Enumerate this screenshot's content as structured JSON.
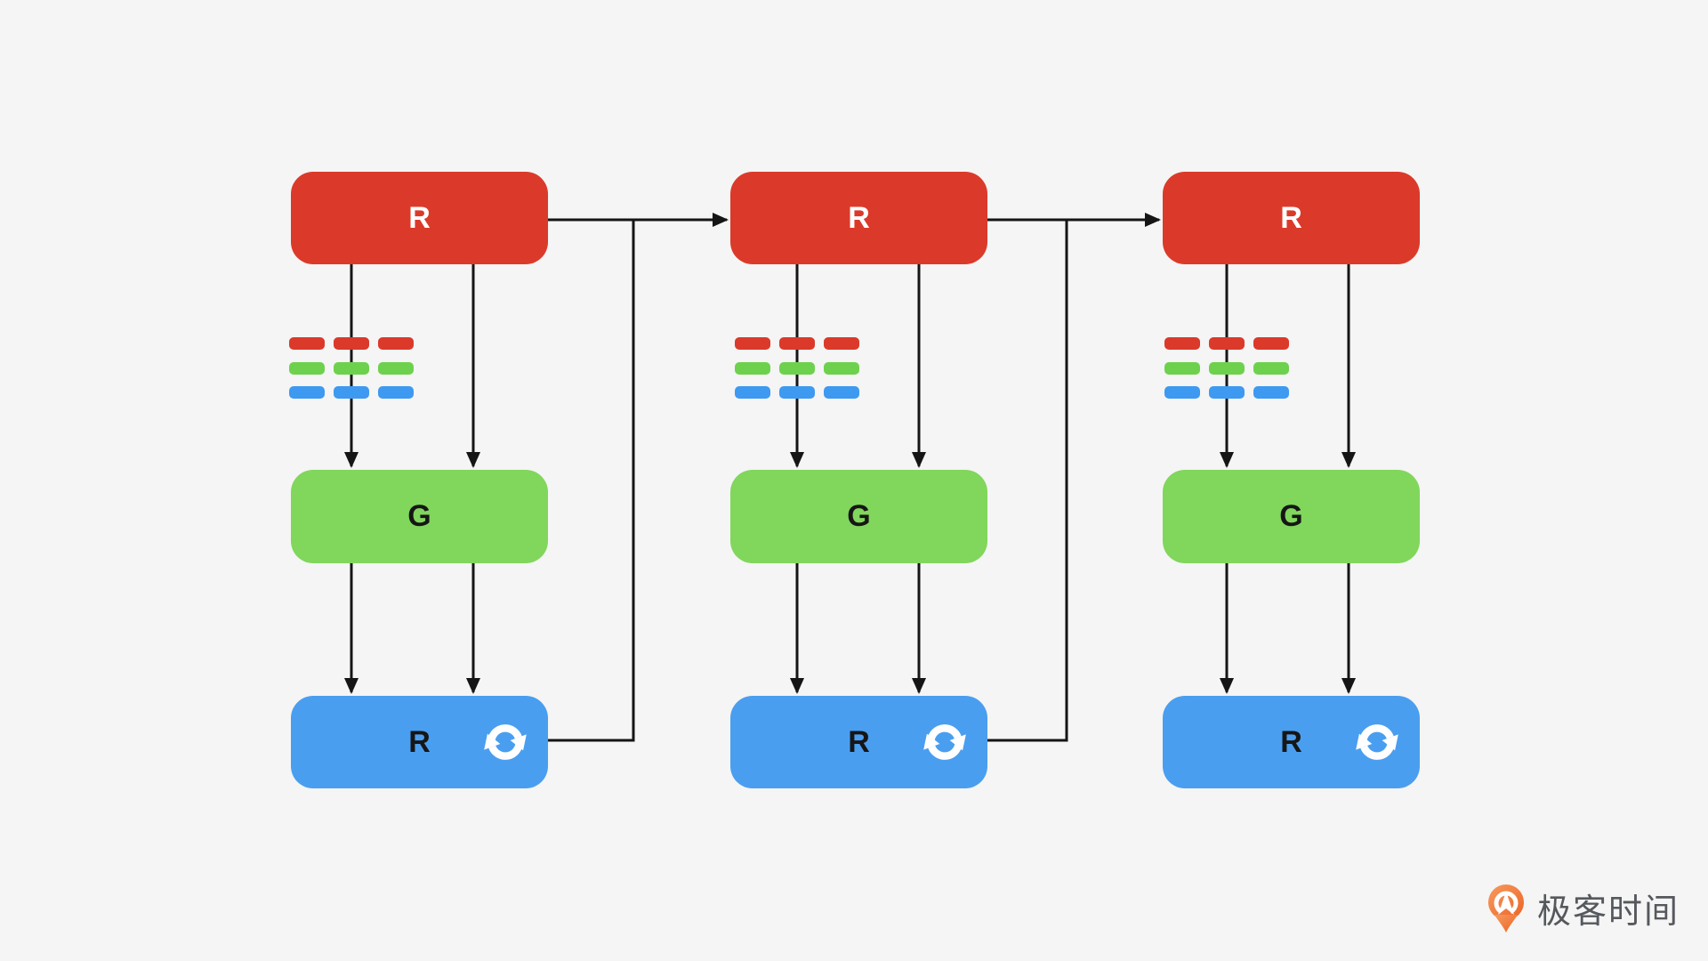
{
  "theme": {
    "background": "#f4f5f4",
    "red": "#db3a2a",
    "green": "#81d65c",
    "blue": "#4a9ef0",
    "line": "#151515",
    "dash_red": "#db392a",
    "dash_green": "#6ed14d",
    "dash_blue": "#3e99f1",
    "box_text_light": "#ffffff",
    "box_text_dark": "#161616",
    "brand_text_color": "#55585d",
    "brand_orange": "#ec6325",
    "brand_orange_light": "#f79a5e"
  },
  "diagram": {
    "columns": [
      {
        "top_label": "R",
        "middle_label": "G",
        "bottom_label": "R",
        "bottom_icon": "sync-icon"
      },
      {
        "top_label": "R",
        "middle_label": "G",
        "bottom_label": "R",
        "bottom_icon": "sync-icon"
      },
      {
        "top_label": "R",
        "middle_label": "G",
        "bottom_label": "R",
        "bottom_icon": "sync-icon"
      }
    ],
    "dash_grid": {
      "rows": 3,
      "columns": 3,
      "row_colors": [
        "red",
        "green",
        "blue"
      ]
    }
  },
  "footer": {
    "brand_name": "极客时间",
    "logo_icon": "geektime-logo-icon"
  }
}
